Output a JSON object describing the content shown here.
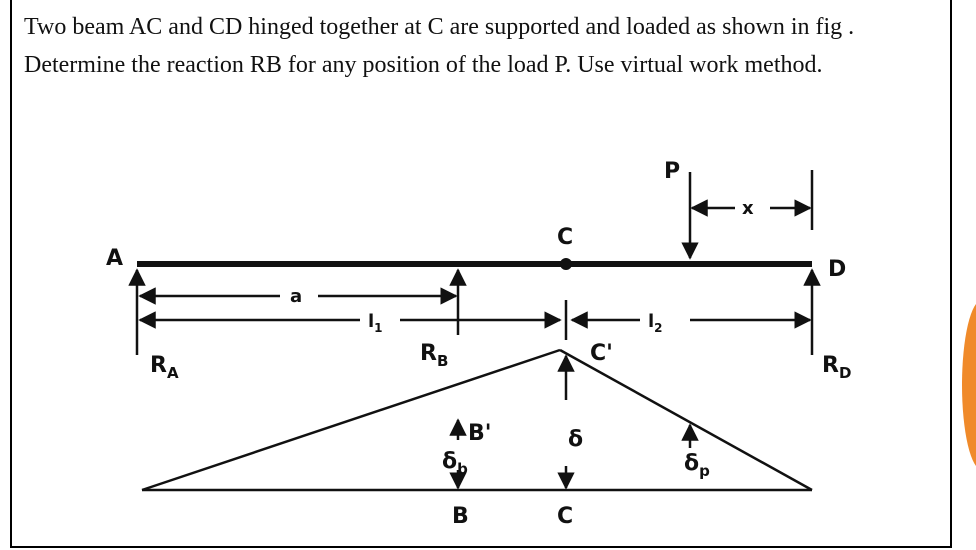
{
  "question": {
    "text": "Two beam AC and CD hinged together at C are supported and loaded as shown in fig . Determine the reaction RB for any position of the load P. Use virtual work method."
  },
  "figure": {
    "labels": {
      "A": "A",
      "C_top": "C",
      "D": "D",
      "P": "P",
      "x": "x",
      "a": "a",
      "l1": "l",
      "l1_sub": "1",
      "l2": "l",
      "l2_sub": "2",
      "RA": "R",
      "RA_sub": "A",
      "RB": "R",
      "RB_sub": "B",
      "RD": "R",
      "RD_sub": "D",
      "C_prime": "C'",
      "B_prime": "B'",
      "delta": "δ",
      "delta_b": "δ",
      "delta_b_sub": "b",
      "delta_p": "δ",
      "delta_p_sub": "p",
      "B_bottom": "B",
      "C_bottom": "C"
    },
    "colors": {
      "ink": "#111111",
      "accent_shape": "#f08a2a"
    }
  }
}
